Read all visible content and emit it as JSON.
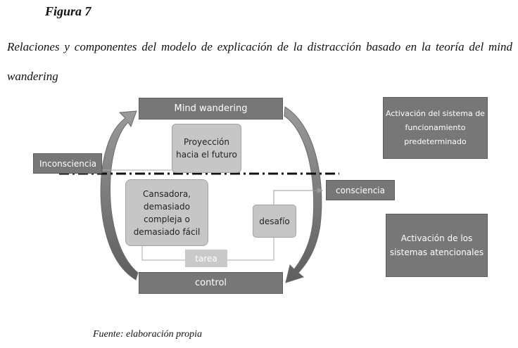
{
  "figure_label": "Figura 7",
  "caption": "Relaciones y componentes del modelo de explicación de la distracción basado en la teoría del mind wandering",
  "source": "Fuente: elaboración propia",
  "diagram": {
    "mind_wandering": "Mind wandering",
    "control": "control",
    "inconsciencia": "Inconsciencia",
    "consciencia": "consciencia",
    "proyeccion": "Proyección hacia el futuro",
    "cansadora": "Cansadora, demasiado compleja o demasiado fácil",
    "desafio": "desafío",
    "tarea": "tarea",
    "activacion_sistema": "Activación del sistema de funcionamiento predeterminado",
    "activacion_atencionales": "Activación de los sistemas atencionales"
  }
}
